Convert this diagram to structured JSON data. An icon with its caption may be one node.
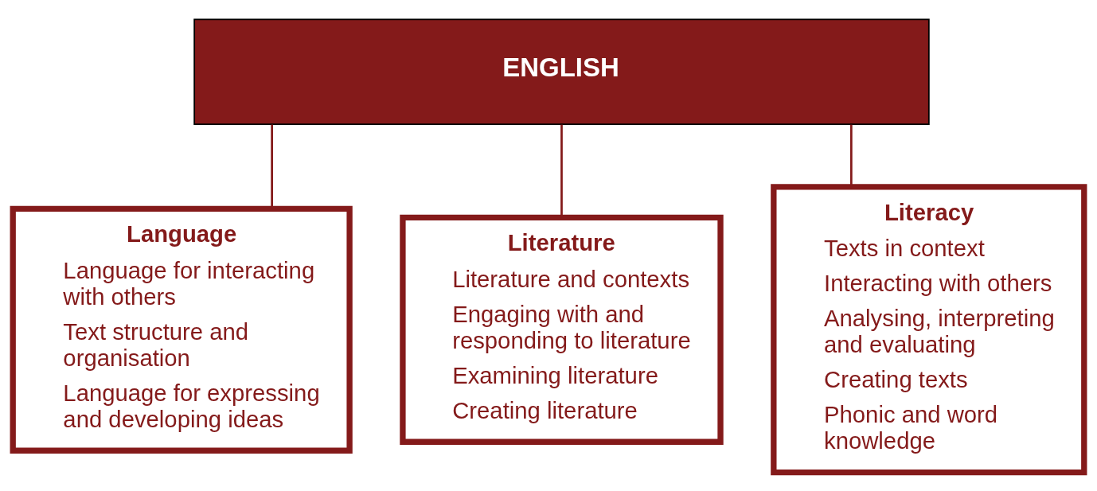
{
  "diagram": {
    "nodes": [
      {
        "text": [
          "ENGLISH"
        ]
      },
      {
        "text": [
          "Language",
          "Language for interacting with others",
          "Text structure and organisation",
          "Language for expressing and developing ideas"
        ]
      },
      {
        "text": [
          "Literature",
          "Literature and contexts",
          "Engaging with and responding to literature",
          "Examining literature",
          "Creating literature"
        ]
      },
      {
        "text": [
          "Literacy",
          "Texts in context",
          "Interacting with others",
          "Analysing, interpreting and evaluating",
          "Creating texts",
          "Phonic and word knowledge"
        ]
      }
    ],
    "edges": [
      {
        "from": 0,
        "to": 1,
        "arrow": "none"
      },
      {
        "from": 0,
        "to": 2,
        "arrow": "none"
      },
      {
        "from": 0,
        "to": 3,
        "arrow": "none"
      }
    ]
  }
}
